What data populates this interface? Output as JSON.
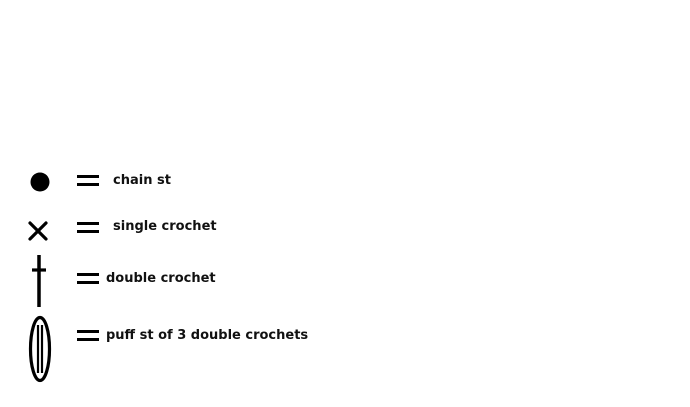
{
  "legend": {
    "items": [
      {
        "symbol": "chain-stitch-symbol",
        "label": "chain st"
      },
      {
        "symbol": "single-crochet-symbol",
        "label": "single crochet"
      },
      {
        "symbol": "double-crochet-symbol",
        "label": "double crochet"
      },
      {
        "symbol": "puff-stitch-symbol",
        "label": "puff st of 3 double crochets"
      }
    ]
  },
  "colors": {
    "ink": "#000000",
    "background": "#ffffff"
  }
}
